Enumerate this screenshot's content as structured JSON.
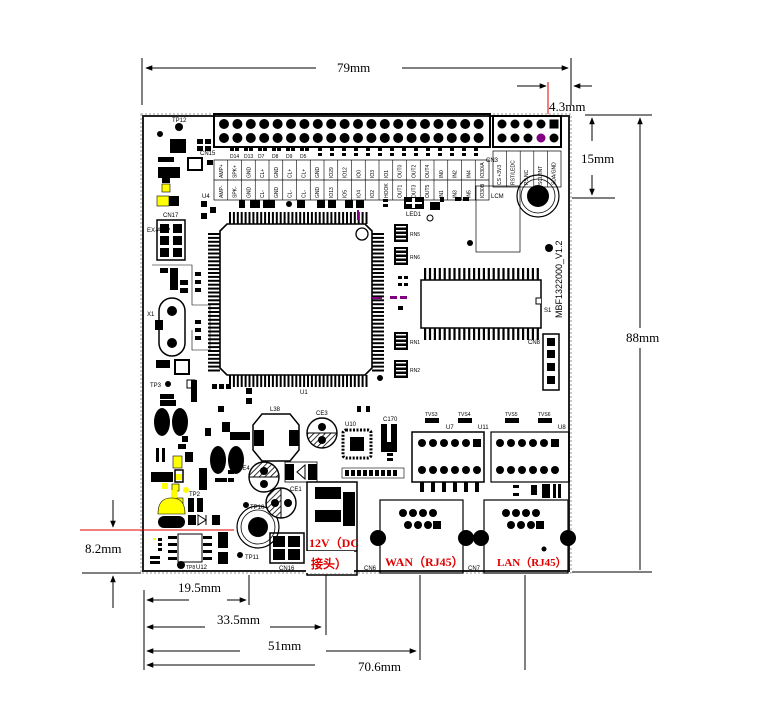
{
  "dimensions": {
    "width": "79mm",
    "height": "88mm",
    "right_offset": "4.3mm",
    "header_height": "15mm",
    "bottom_offset": "8.2mm",
    "dc_left": "19.5mm",
    "dc_right": "33.5mm",
    "wan_center": "51mm",
    "lan_center": "70.6mm"
  },
  "connectors": {
    "dc_label_line1": "12V（DC",
    "dc_label_line2": "接头）",
    "wan_label": "WAN（RJ45）",
    "lan_label": "LAN（RJ45）"
  },
  "board": {
    "version": "MBF1322000_V1.2",
    "main_header": "CN15",
    "side_header": "CN3",
    "mcu": "U1",
    "flash": "U11",
    "crystal": "X1",
    "inductor": "L38",
    "cap_ce1": "CE1",
    "cap_ce3": "CE3",
    "cap_ce4": "CE4",
    "led": "LED1",
    "dc_conn": "CN6",
    "rj_conn": "CN7",
    "power_conn": "CN16",
    "small_conn": "CN17",
    "side_conn": "CN8",
    "u4": "U4",
    "u10": "U10",
    "u12": "U12",
    "u7": "U7",
    "u8": "U8",
    "u11b": "U11",
    "tvs": [
      "TVS3",
      "TVS4",
      "TVS5",
      "TVS6"
    ],
    "testpoints": [
      "TP12",
      "TP3",
      "TP8",
      "TP10",
      "TP11",
      "TP2"
    ],
    "header_row_top": [
      "AMP+",
      "SPK+",
      "GND",
      "CL+",
      "GND",
      "CL+",
      "CL+",
      "GND",
      "IO29",
      "IO12",
      "IO0",
      "IO3",
      "IO1",
      "OUT0",
      "OUT2",
      "OUT4",
      "IN0",
      "IN2",
      "IN4",
      "IO30/A"
    ],
    "header_row_bottom": [
      "AMP-",
      "SPK-",
      "GND",
      "CL-",
      "GND",
      "CL-",
      "CL-",
      "GND",
      "IO13",
      "IO5",
      "IO4",
      "IO2",
      "HOOK",
      "OUT1",
      "OUT3",
      "OUT5",
      "IN1",
      "IN3",
      "IN5",
      "IO30B"
    ],
    "side_header_top": [
      "CS",
      "RST/LEDC",
      "PS",
      "SCL/INT",
      "SDA/GND"
    ],
    "side_header_bottom": [
      "+3V3",
      "",
      "NC",
      "",
      ""
    ],
    "lcm_label": "LCM",
    "ext_amp": "EX-AMP",
    "diode_labels": [
      "D14",
      "D13",
      "D7",
      "D8",
      "D9",
      "D5"
    ],
    "rn_labels": [
      "RN5",
      "RN6",
      "RN1",
      "RN2"
    ]
  },
  "colors": {
    "dim_line": "#000000",
    "ref_line": "#e00000",
    "label": "#e00000",
    "highlight": "#ffff00",
    "purple": "#800080"
  }
}
